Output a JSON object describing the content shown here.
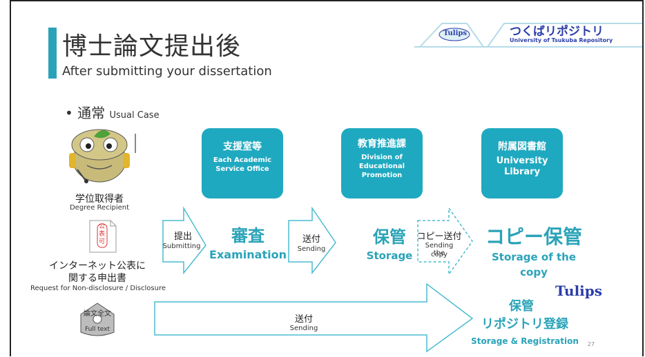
{
  "title": {
    "jp": "博士論文提出後",
    "en": "After submitting your dissertation"
  },
  "logo": {
    "jp": "つくばリポジトリ",
    "en": "University of Tsukuba Repository",
    "badge": "Tulips"
  },
  "bullet": {
    "jp": "通常",
    "en": "Usual Case"
  },
  "boxes": [
    {
      "jp": "支援室等",
      "en1": "Each Academic",
      "en2": "Service Office"
    },
    {
      "jp": "教育推進課",
      "en1": "Division of",
      "en2": "Educational",
      "en3": "Promotion"
    },
    {
      "jp": "附属図書館",
      "en1": "University",
      "en2": "Library"
    }
  ],
  "recipient": {
    "jp": "学位取得者",
    "en": "Degree Recipient"
  },
  "doc": {
    "stamp": "公表可",
    "jp1": "インターネット公表に",
    "jp2": "関する申出書",
    "en": "Request for Non-disclosure / Disclosure"
  },
  "fulltext": {
    "jp": "論文全文",
    "en": "Full text"
  },
  "flow": {
    "submit_jp": "提出",
    "submit_en": "Submitting",
    "exam_jp": "審査",
    "exam_en": "Examination",
    "send_jp": "送付",
    "send_en": "Sending",
    "storage_jp": "保管",
    "storage_en": "Storage",
    "copysend_jp": "コピー送付",
    "copysend_en1": "Sending the",
    "copysend_en2": "copy",
    "copystorage_jp": "コピー保管",
    "copystorage_en1": "Storage of the",
    "copystorage_en2": "copy"
  },
  "repo": {
    "send_jp": "送付",
    "send_en": "Sending",
    "storage_jp": "保管",
    "registration_jp": "リポジトリ登録",
    "en": "Storage & Registration"
  },
  "page_number": "27",
  "colors": {
    "accent": "#2aa3b8",
    "box": "#1fa9c0",
    "logo": "#2b3da8"
  }
}
